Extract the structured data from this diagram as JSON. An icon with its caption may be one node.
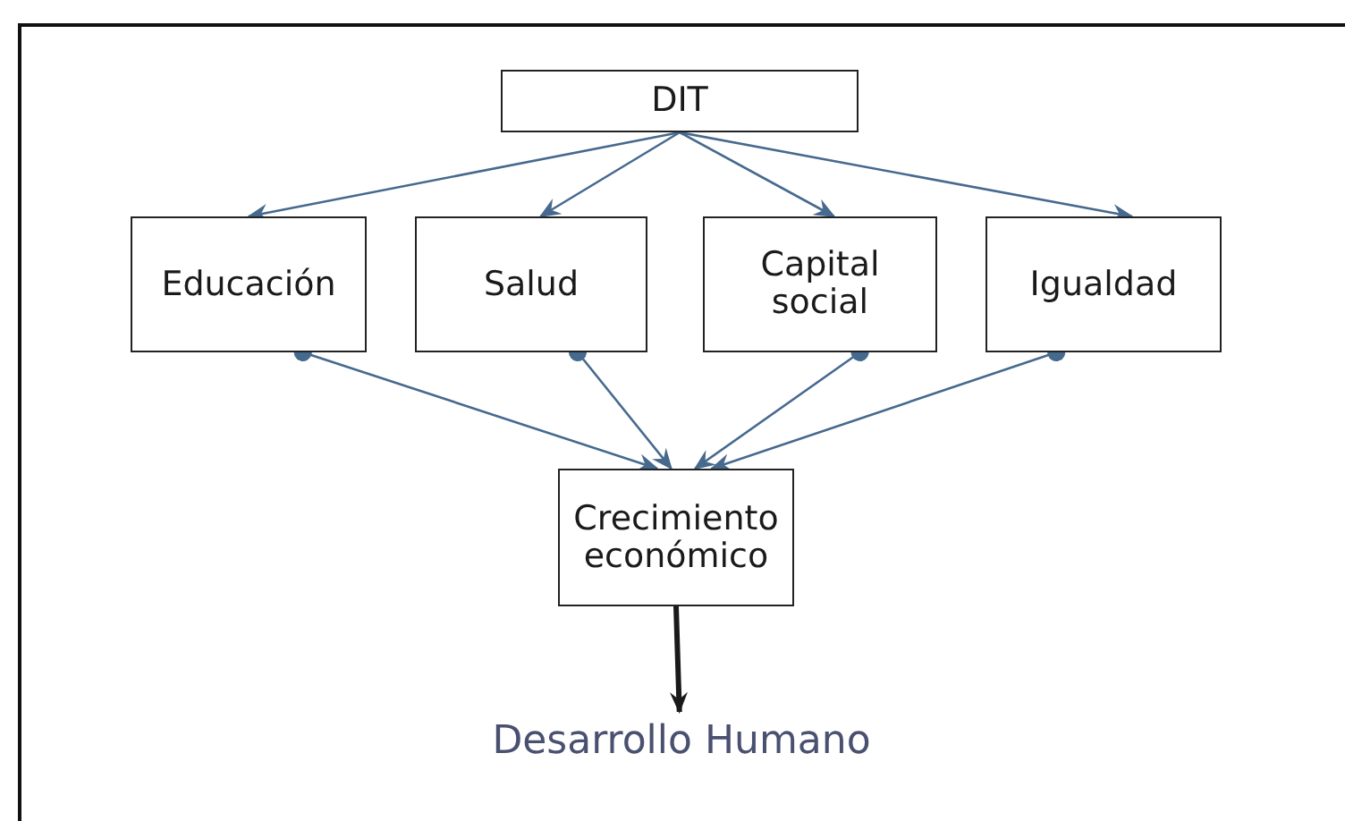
{
  "diagram": {
    "nodes": [
      {
        "text": [
          "DIT"
        ]
      },
      {
        "text": [
          "Educación"
        ]
      },
      {
        "text": [
          "Salud"
        ]
      },
      {
        "text": [
          "Capital social"
        ]
      },
      {
        "text": [
          "Igualdad"
        ]
      },
      {
        "text": [
          "Crecimiento económico"
        ]
      },
      {
        "text": [
          "Desarrollo Humano"
        ]
      }
    ],
    "edges": [
      {
        "from": 0,
        "to": 1,
        "arrow": "to"
      },
      {
        "from": 0,
        "to": 2,
        "arrow": "to"
      },
      {
        "from": 0,
        "to": 3,
        "arrow": "to"
      },
      {
        "from": 0,
        "to": 4,
        "arrow": "to"
      },
      {
        "from": 1,
        "to": 5,
        "arrow": "to"
      },
      {
        "from": 2,
        "to": 5,
        "arrow": "to"
      },
      {
        "from": 3,
        "to": 5,
        "arrow": "to"
      },
      {
        "from": 4,
        "to": 5,
        "arrow": "to"
      },
      {
        "from": 5,
        "to": 6,
        "arrow": "to",
        "style": "thick",
        "color": "#1a1a1a"
      }
    ]
  }
}
